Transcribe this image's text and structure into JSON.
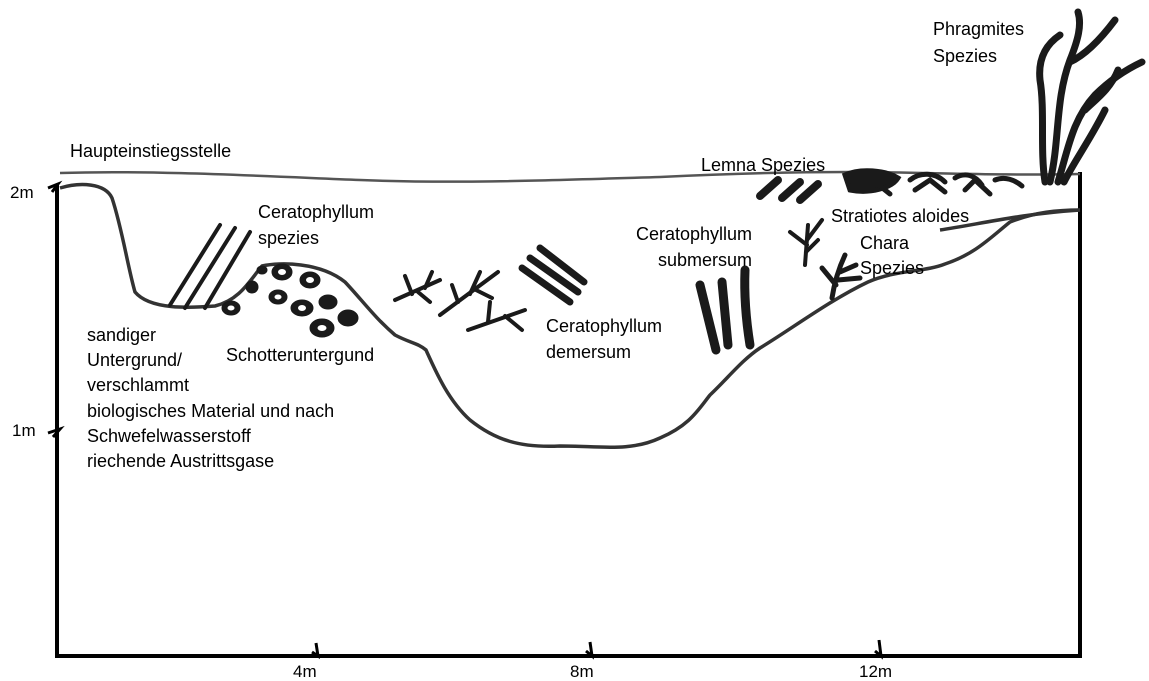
{
  "y_axis": {
    "tick_2m": "2m",
    "tick_1m": "1m"
  },
  "x_axis": {
    "tick_4m": "4m",
    "tick_8m": "8m",
    "tick_12m": "12m"
  },
  "labels": {
    "main_entry": "Haupteinstiegsstelle",
    "phragmites_1": "Phragmites",
    "phragmites_2": "Spezies",
    "lemna": "Lemna Spezies",
    "stratiotes": "Stratiotes aloides",
    "chara_1": "Chara",
    "chara_2": "Spezies",
    "cerat_spezies_1": "Ceratophyllum",
    "cerat_spezies_2": "spezies",
    "cerat_submersum_1": "Ceratophyllum",
    "cerat_submersum_2": "submersum",
    "cerat_demersum_1": "Ceratophyllum",
    "cerat_demersum_2": "demersum",
    "gravel": "Schotteruntergund",
    "sediment_1": "sandiger",
    "sediment_2": "Untergrund/",
    "sediment_3": "verschlammt",
    "sediment_4": "biologisches Material und nach",
    "sediment_5": "Schwefelwasserstoff",
    "sediment_6": "riechende Austrittsgase"
  }
}
